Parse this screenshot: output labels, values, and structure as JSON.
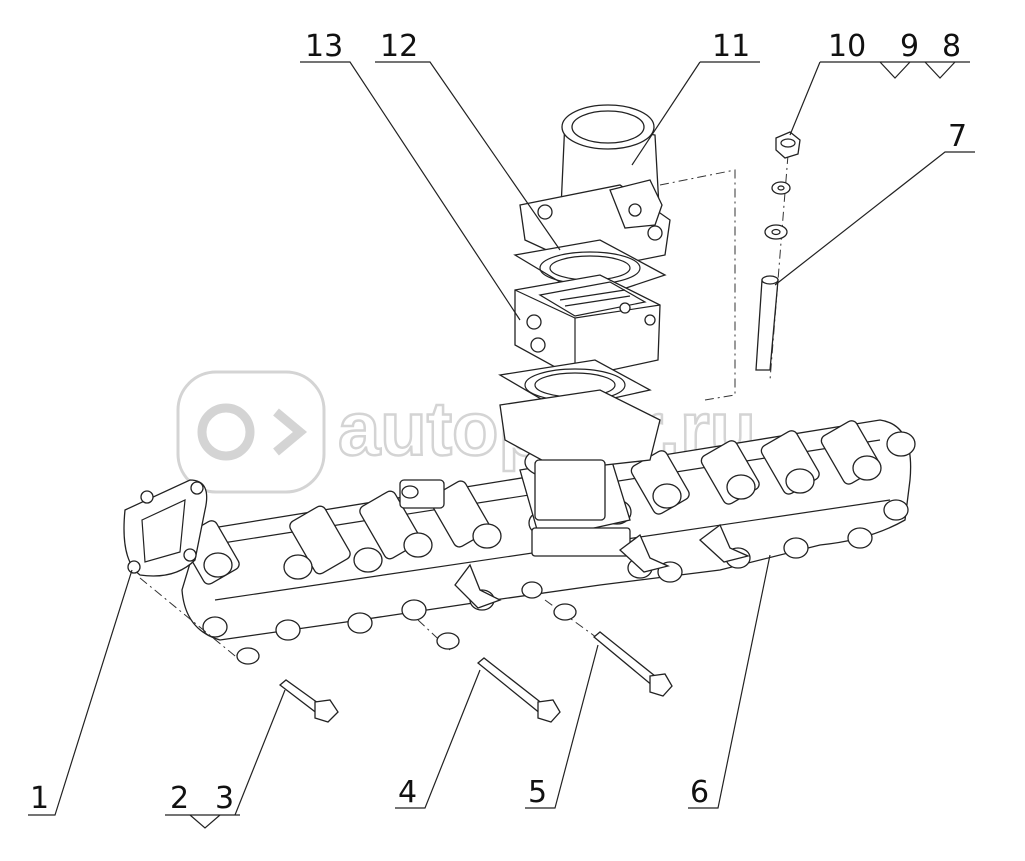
{
  "watermark": {
    "text": "autopiter.ru"
  },
  "callouts": {
    "c1": "1",
    "c2": "2",
    "c3": "3",
    "c4": "4",
    "c5": "5",
    "c6": "6",
    "c7": "7",
    "c8": "8",
    "c9": "9",
    "c10": "10",
    "c11": "11",
    "c12": "12",
    "c13": "13"
  },
  "colors": {
    "line": "#222222",
    "watermark": "#d4d4d4",
    "background": "#ffffff"
  }
}
